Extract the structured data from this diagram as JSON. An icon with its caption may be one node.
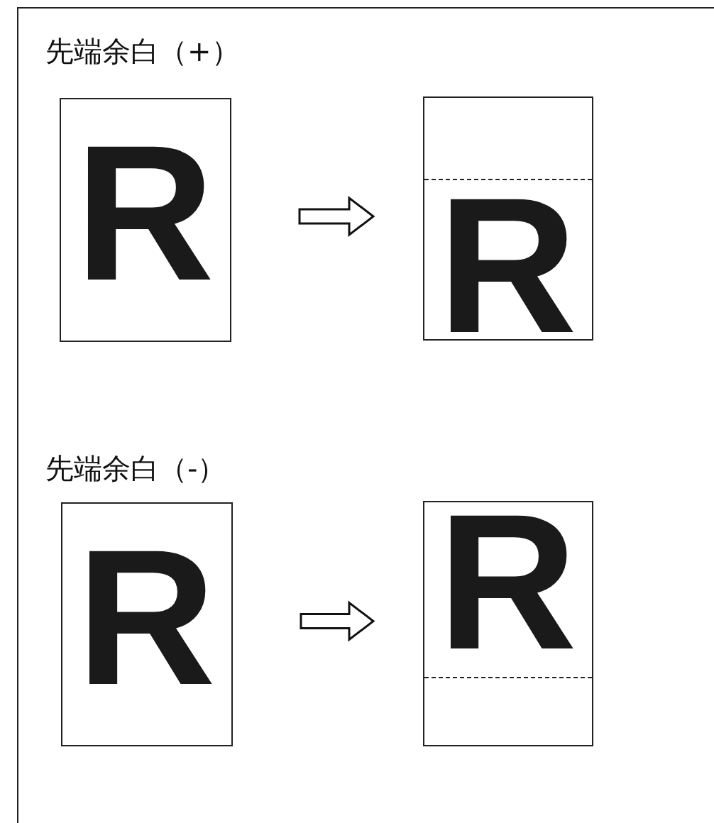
{
  "diagram": {
    "nodes": [
      {
        "text": [
          "R"
        ]
      },
      {
        "text": [
          "R"
        ]
      },
      {
        "text": [
          "R"
        ]
      },
      {
        "text": [
          "R"
        ]
      }
    ],
    "edges": [
      {
        "from": 0,
        "to": 1,
        "arrow": "to"
      },
      {
        "from": 2,
        "to": 3,
        "arrow": "to"
      }
    ],
    "labels": [
      "先端余白（+）",
      "先端余白（-）"
    ]
  }
}
